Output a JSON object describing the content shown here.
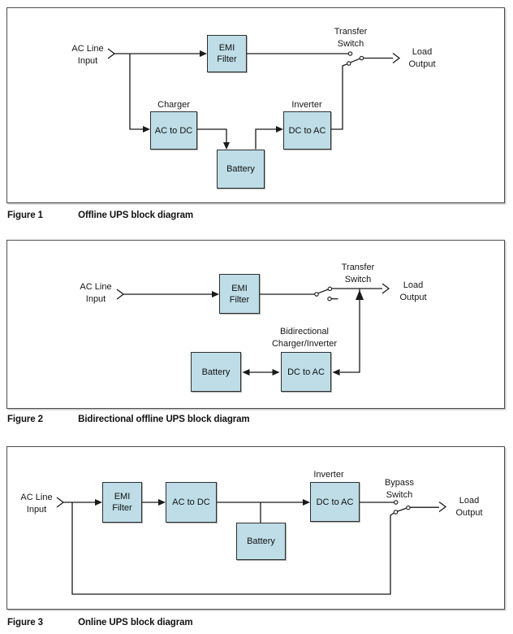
{
  "colors": {
    "box_fill": "#bedde7",
    "box_border": "#2e2e2e",
    "wire": "#1a1a1a",
    "figure_border": "#4d4d4d",
    "text": "#1a1a1a"
  },
  "fig1": {
    "caption": {
      "label": "Figure 1",
      "title": "Offline UPS block diagram"
    },
    "labels": {
      "ac_line1": "AC Line",
      "ac_line2": "Input",
      "switch_line1": "Transfer",
      "switch_line2": "Switch",
      "load_line1": "Load",
      "load_line2": "Output",
      "charger": "Charger",
      "inverter": "Inverter"
    },
    "boxes": {
      "emi_line1": "EMI",
      "emi_line2": "Filter",
      "ac_to_dc": "AC to DC",
      "battery": "Battery",
      "dc_to_ac": "DC to AC"
    }
  },
  "fig2": {
    "caption": {
      "label": "Figure 2",
      "title": "Bidirectional offline UPS block diagram"
    },
    "labels": {
      "ac_line1": "AC Line",
      "ac_line2": "Input",
      "switch_line1": "Transfer",
      "switch_line2": "Switch",
      "load_line1": "Load",
      "load_line2": "Output",
      "bidi_line1": "Bidirectional",
      "bidi_line2": "Charger/Inverter"
    },
    "boxes": {
      "emi_line1": "EMI",
      "emi_line2": "Filter",
      "battery": "Battery",
      "dc_to_ac": "DC to AC"
    }
  },
  "fig3": {
    "caption": {
      "label": "Figure 3",
      "title": "Online UPS block diagram"
    },
    "labels": {
      "ac_line1": "AC Line",
      "ac_line2": "Input",
      "switch_line1": "Bypass",
      "switch_line2": "Switch",
      "load_line1": "Load",
      "load_line2": "Output",
      "inverter": "Inverter"
    },
    "boxes": {
      "emi_line1": "EMI",
      "emi_line2": "Filter",
      "ac_to_dc": "AC to DC",
      "battery": "Battery",
      "dc_to_ac": "DC to AC"
    }
  }
}
